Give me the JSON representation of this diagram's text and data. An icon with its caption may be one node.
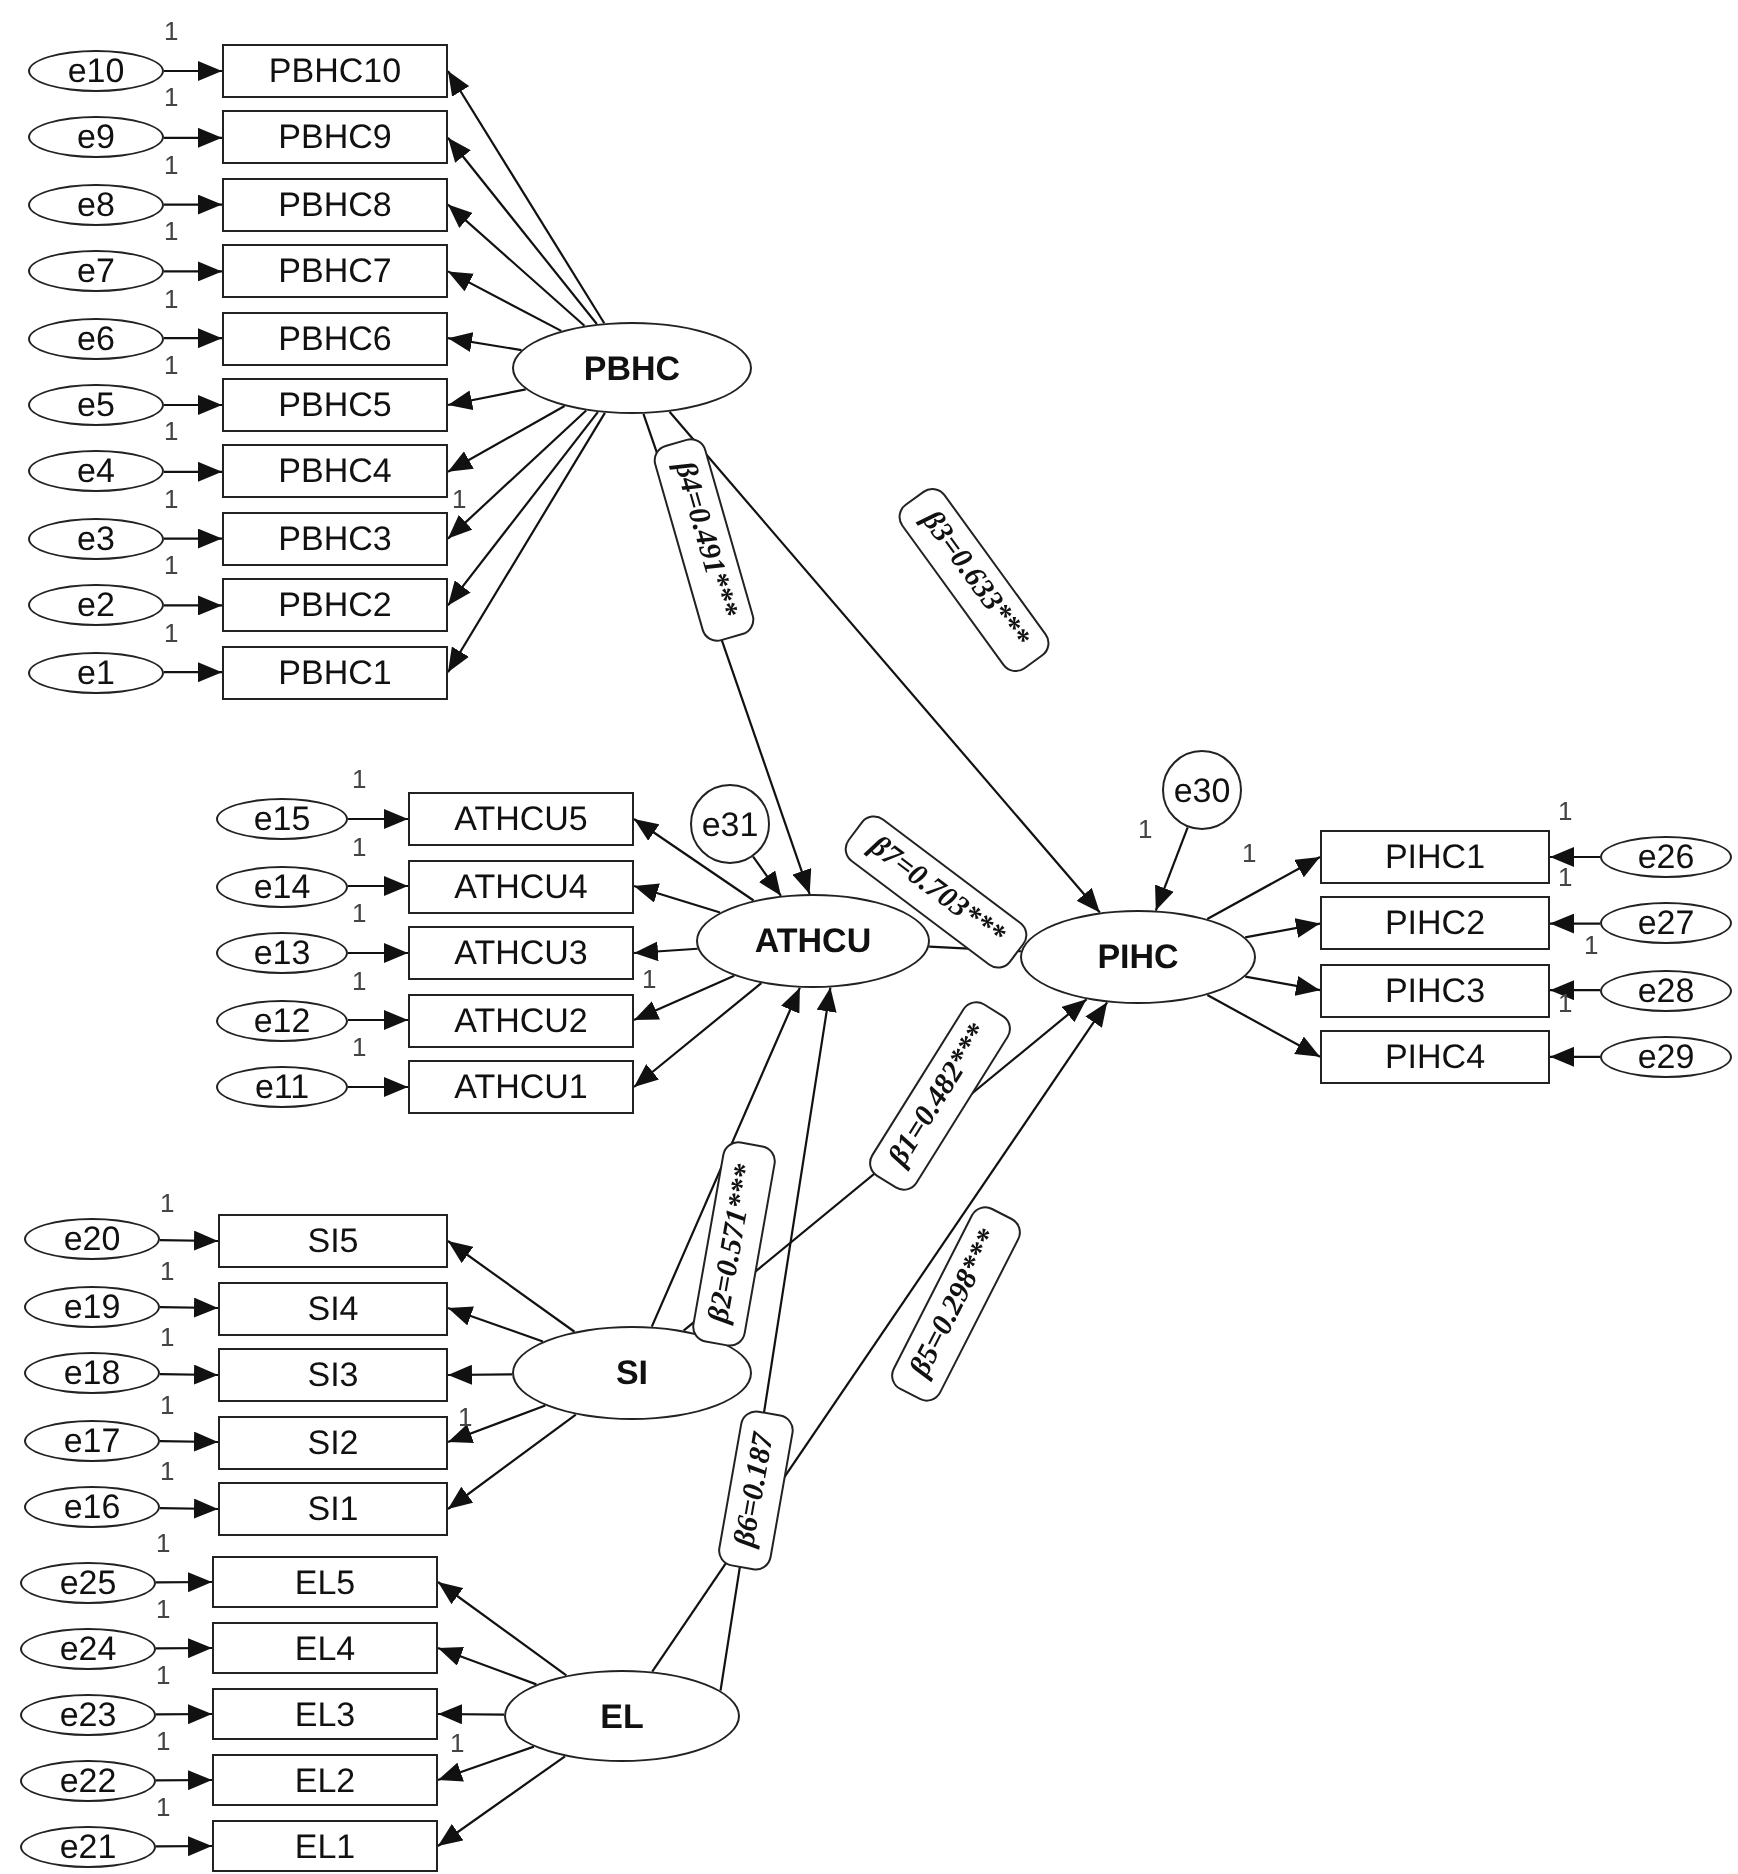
{
  "diagram": {
    "nodes": [
      {
        "text": [
          "e10"
        ]
      },
      {
        "text": [
          "PBHC10"
        ]
      },
      {
        "text": [
          "e9"
        ]
      },
      {
        "text": [
          "PBHC9"
        ]
      },
      {
        "text": [
          "e8"
        ]
      },
      {
        "text": [
          "PBHC8"
        ]
      },
      {
        "text": [
          "e7"
        ]
      },
      {
        "text": [
          "PBHC7"
        ]
      },
      {
        "text": [
          "e6"
        ]
      },
      {
        "text": [
          "PBHC6"
        ]
      },
      {
        "text": [
          "e5"
        ]
      },
      {
        "text": [
          "PBHC5"
        ]
      },
      {
        "text": [
          "e4"
        ]
      },
      {
        "text": [
          "PBHC4"
        ]
      },
      {
        "text": [
          "e3"
        ]
      },
      {
        "text": [
          "PBHC3"
        ]
      },
      {
        "text": [
          "e2"
        ]
      },
      {
        "text": [
          "PBHC2"
        ]
      },
      {
        "text": [
          "e1"
        ]
      },
      {
        "text": [
          "PBHC1"
        ]
      },
      {
        "text": [
          "PBHC"
        ]
      },
      {
        "text": [
          "e15"
        ]
      },
      {
        "text": [
          "ATHCU5"
        ]
      },
      {
        "text": [
          "e14"
        ]
      },
      {
        "text": [
          "ATHCU4"
        ]
      },
      {
        "text": [
          "e13"
        ]
      },
      {
        "text": [
          "ATHCU3"
        ]
      },
      {
        "text": [
          "e12"
        ]
      },
      {
        "text": [
          "ATHCU2"
        ]
      },
      {
        "text": [
          "e11"
        ]
      },
      {
        "text": [
          "ATHCU1"
        ]
      },
      {
        "text": [
          "e31"
        ]
      },
      {
        "text": [
          "ATHCU"
        ]
      },
      {
        "text": [
          "e30"
        ]
      },
      {
        "text": [
          "PIHC"
        ]
      },
      {
        "text": [
          "PIHC1"
        ]
      },
      {
        "text": [
          "e26"
        ]
      },
      {
        "text": [
          "PIHC2"
        ]
      },
      {
        "text": [
          "e27"
        ]
      },
      {
        "text": [
          "PIHC3"
        ]
      },
      {
        "text": [
          "e28"
        ]
      },
      {
        "text": [
          "PIHC4"
        ]
      },
      {
        "text": [
          "e29"
        ]
      },
      {
        "text": [
          "e20"
        ]
      },
      {
        "text": [
          "SI5"
        ]
      },
      {
        "text": [
          "e19"
        ]
      },
      {
        "text": [
          "SI4"
        ]
      },
      {
        "text": [
          "e18"
        ]
      },
      {
        "text": [
          "SI3"
        ]
      },
      {
        "text": [
          "e17"
        ]
      },
      {
        "text": [
          "SI2"
        ]
      },
      {
        "text": [
          "e16"
        ]
      },
      {
        "text": [
          "SI1"
        ]
      },
      {
        "text": [
          "SI"
        ]
      },
      {
        "text": [
          "e25"
        ]
      },
      {
        "text": [
          "EL5"
        ]
      },
      {
        "text": [
          "e24"
        ]
      },
      {
        "text": [
          "EL4"
        ]
      },
      {
        "text": [
          "e23"
        ]
      },
      {
        "text": [
          "EL3"
        ]
      },
      {
        "text": [
          "e22"
        ]
      },
      {
        "text": [
          "EL2"
        ]
      },
      {
        "text": [
          "e21"
        ]
      },
      {
        "text": [
          "EL1"
        ]
      },
      {
        "text": [
          "EL"
        ]
      }
    ],
    "edges": [
      {
        "from": 0,
        "to": 1,
        "arrow": "to"
      },
      {
        "from": 2,
        "to": 3,
        "arrow": "to"
      },
      {
        "from": 4,
        "to": 5,
        "arrow": "to"
      },
      {
        "from": 6,
        "to": 7,
        "arrow": "to"
      },
      {
        "from": 8,
        "to": 9,
        "arrow": "to"
      },
      {
        "from": 10,
        "to": 11,
        "arrow": "to"
      },
      {
        "from": 12,
        "to": 13,
        "arrow": "to"
      },
      {
        "from": 14,
        "to": 15,
        "arrow": "to"
      },
      {
        "from": 16,
        "to": 17,
        "arrow": "to"
      },
      {
        "from": 18,
        "to": 19,
        "arrow": "to"
      },
      {
        "from": 20,
        "to": 1,
        "arrow": "to"
      },
      {
        "from": 20,
        "to": 3,
        "arrow": "to"
      },
      {
        "from": 20,
        "to": 5,
        "arrow": "to"
      },
      {
        "from": 20,
        "to": 7,
        "arrow": "to"
      },
      {
        "from": 20,
        "to": 9,
        "arrow": "to"
      },
      {
        "from": 20,
        "to": 11,
        "arrow": "to"
      },
      {
        "from": 20,
        "to": 13,
        "arrow": "to"
      },
      {
        "from": 20,
        "to": 15,
        "arrow": "to"
      },
      {
        "from": 20,
        "to": 17,
        "arrow": "to"
      },
      {
        "from": 20,
        "to": 19,
        "arrow": "to"
      },
      {
        "from": 21,
        "to": 22,
        "arrow": "to"
      },
      {
        "from": 23,
        "to": 24,
        "arrow": "to"
      },
      {
        "from": 25,
        "to": 26,
        "arrow": "to"
      },
      {
        "from": 27,
        "to": 28,
        "arrow": "to"
      },
      {
        "from": 29,
        "to": 30,
        "arrow": "to"
      },
      {
        "from": 32,
        "to": 22,
        "arrow": "to"
      },
      {
        "from": 32,
        "to": 24,
        "arrow": "to"
      },
      {
        "from": 32,
        "to": 26,
        "arrow": "to"
      },
      {
        "from": 32,
        "to": 28,
        "arrow": "to"
      },
      {
        "from": 32,
        "to": 30,
        "arrow": "to"
      },
      {
        "from": 31,
        "to": 32,
        "arrow": "to"
      },
      {
        "from": 33,
        "to": 34,
        "arrow": "to"
      },
      {
        "from": 34,
        "to": 35,
        "arrow": "to"
      },
      {
        "from": 34,
        "to": 37,
        "arrow": "to"
      },
      {
        "from": 34,
        "to": 39,
        "arrow": "to"
      },
      {
        "from": 34,
        "to": 41,
        "arrow": "to"
      },
      {
        "from": 36,
        "to": 35,
        "arrow": "to"
      },
      {
        "from": 38,
        "to": 37,
        "arrow": "to"
      },
      {
        "from": 40,
        "to": 39,
        "arrow": "to"
      },
      {
        "from": 42,
        "to": 41,
        "arrow": "to"
      },
      {
        "from": 43,
        "to": 44,
        "arrow": "to"
      },
      {
        "from": 45,
        "to": 46,
        "arrow": "to"
      },
      {
        "from": 47,
        "to": 48,
        "arrow": "to"
      },
      {
        "from": 49,
        "to": 50,
        "arrow": "to"
      },
      {
        "from": 51,
        "to": 52,
        "arrow": "to"
      },
      {
        "from": 53,
        "to": 44,
        "arrow": "to"
      },
      {
        "from": 53,
        "to": 46,
        "arrow": "to"
      },
      {
        "from": 53,
        "to": 48,
        "arrow": "to"
      },
      {
        "from": 53,
        "to": 50,
        "arrow": "to"
      },
      {
        "from": 53,
        "to": 52,
        "arrow": "to"
      },
      {
        "from": 54,
        "to": 55,
        "arrow": "to"
      },
      {
        "from": 56,
        "to": 57,
        "arrow": "to"
      },
      {
        "from": 58,
        "to": 59,
        "arrow": "to"
      },
      {
        "from": 60,
        "to": 61,
        "arrow": "to"
      },
      {
        "from": 62,
        "to": 63,
        "arrow": "to"
      },
      {
        "from": 64,
        "to": 55,
        "arrow": "to"
      },
      {
        "from": 64,
        "to": 57,
        "arrow": "to"
      },
      {
        "from": 64,
        "to": 59,
        "arrow": "to"
      },
      {
        "from": 64,
        "to": 61,
        "arrow": "to"
      },
      {
        "from": 64,
        "to": 63,
        "arrow": "to"
      },
      {
        "from": 20,
        "to": 32,
        "arrow": "to",
        "label": "β4=0.491***"
      },
      {
        "from": 20,
        "to": 34,
        "arrow": "to",
        "label": "β3=0.633***"
      },
      {
        "from": 32,
        "to": 34,
        "arrow": "to",
        "label": "β7=0.703***"
      },
      {
        "from": 53,
        "to": 32,
        "arrow": "to",
        "label": "β2=0.571***"
      },
      {
        "from": 53,
        "to": 34,
        "arrow": "to",
        "label": "β1=0.482***"
      },
      {
        "from": 64,
        "to": 32,
        "arrow": "to",
        "label": "β6=0.187"
      },
      {
        "from": 64,
        "to": 34,
        "arrow": "to",
        "label": "β5=0.298***"
      }
    ],
    "labels": [
      "1",
      "1",
      "1",
      "1",
      "1",
      "1",
      "1",
      "1",
      "1",
      "1",
      "1",
      "1",
      "1",
      "1",
      "1",
      "1",
      "1",
      "1",
      "1",
      "1",
      "1",
      "1",
      "1",
      "1",
      "1",
      "1",
      "1",
      "1",
      "1",
      "1",
      "1",
      "1",
      "1",
      "1",
      "1"
    ]
  }
}
